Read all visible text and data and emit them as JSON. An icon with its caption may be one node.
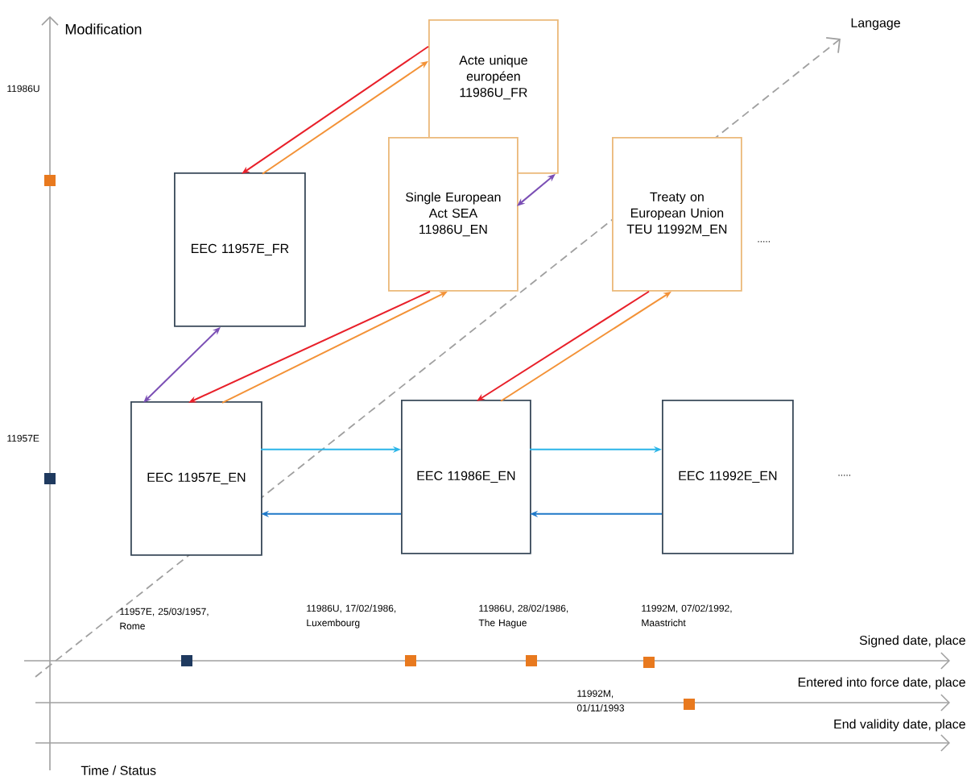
{
  "diagram": {
    "nodes": [
      {
        "text": [
          "EEC 11957E_FR"
        ]
      },
      {
        "text": [
          "Acte unique européen 11986U_FR"
        ]
      },
      {
        "text": [
          "Single European Act SEA 11986U_EN"
        ]
      },
      {
        "text": [
          "Treaty on European Union TEU 11992M_EN"
        ]
      },
      {
        "text": [
          "EEC 11957E_EN"
        ]
      },
      {
        "text": [
          "EEC 11986E_EN"
        ]
      },
      {
        "text": [
          "EEC 11992E_EN"
        ]
      }
    ],
    "edges": [
      {
        "from": 1,
        "to": 0,
        "arrow": "to",
        "color": "#e8202a"
      },
      {
        "from": 0,
        "to": 1,
        "arrow": "to",
        "color": "#f39237"
      },
      {
        "from": 2,
        "to": 1,
        "arrow": "both",
        "color": "#7b4fb5"
      },
      {
        "from": 4,
        "to": 0,
        "arrow": "both",
        "color": "#7b4fb5"
      },
      {
        "from": 2,
        "to": 4,
        "arrow": "to",
        "color": "#e8202a"
      },
      {
        "from": 4,
        "to": 2,
        "arrow": "to",
        "color": "#f39237"
      },
      {
        "from": 3,
        "to": 5,
        "arrow": "to",
        "color": "#e8202a"
      },
      {
        "from": 5,
        "to": 3,
        "arrow": "to",
        "color": "#f39237"
      },
      {
        "from": 4,
        "to": 5,
        "arrow": "to",
        "color": "#2bb5e8"
      },
      {
        "from": 5,
        "to": 6,
        "arrow": "to",
        "color": "#2bb5e8"
      },
      {
        "from": 5,
        "to": 4,
        "arrow": "to",
        "color": "#1f78c8"
      },
      {
        "from": 6,
        "to": 5,
        "arrow": "to",
        "color": "#1f78c8"
      }
    ],
    "labels": [
      "Modification",
      "11986U",
      "11957E",
      "Langage",
      ".....",
      ".....",
      "11957E, 25/03/1957, Rome",
      "11986U, 17/02/1986, Luxembourg",
      "11986U, 28/02/1986, The Hague",
      "11992M, 07/02/1992, Maastricht",
      "Signed date, place",
      "11992M, 01/11/1993",
      "Entered into force date, place",
      "End validity date, place",
      "Time / Status"
    ]
  }
}
